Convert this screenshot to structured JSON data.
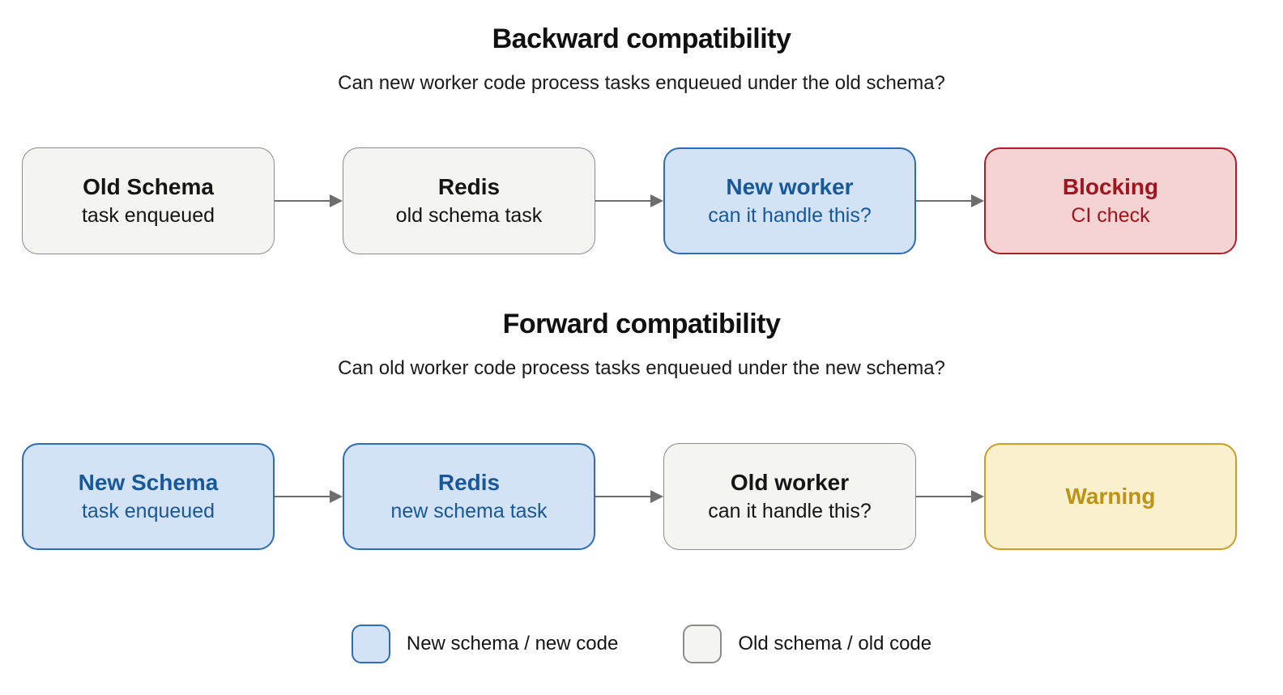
{
  "colors": {
    "old": {
      "fill": "#f4f4f1",
      "border": "#8c8c8c",
      "text": "#151515"
    },
    "new": {
      "fill": "#d3e2f4",
      "border": "#2e6db5",
      "text": "#17589a"
    },
    "blocking": {
      "fill": "#f5d3d2",
      "border": "#ab2127",
      "text": "#a01420"
    },
    "warning": {
      "fill": "#fbf0cd",
      "border": "#c99d28",
      "text": "#bf9214"
    },
    "arrow": "#6e6e6e",
    "heading": "#101010"
  },
  "sections": [
    {
      "title": "Backward compatibility",
      "subtitle": "Can new worker code process tasks enqueued under the old schema?",
      "nodes": [
        {
          "title": "Old Schema",
          "subtitle": "task enqueued",
          "variant": "old"
        },
        {
          "title": "Redis",
          "subtitle": "old schema task",
          "variant": "old"
        },
        {
          "title": "New worker",
          "subtitle": "can it handle this?",
          "variant": "new"
        },
        {
          "title": "Blocking",
          "subtitle": "CI check",
          "variant": "blocking"
        }
      ]
    },
    {
      "title": "Forward compatibility",
      "subtitle": "Can old worker code process tasks enqueued under the new schema?",
      "nodes": [
        {
          "title": "New Schema",
          "subtitle": "task enqueued",
          "variant": "new"
        },
        {
          "title": "Redis",
          "subtitle": "new schema task",
          "variant": "new"
        },
        {
          "title": "Old worker",
          "subtitle": "can it handle this?",
          "variant": "old"
        },
        {
          "title": "Warning",
          "subtitle": "",
          "variant": "warning"
        }
      ]
    }
  ],
  "legend": [
    {
      "label": "New schema / new code",
      "variant": "new"
    },
    {
      "label": "Old schema / old code",
      "variant": "old"
    }
  ]
}
